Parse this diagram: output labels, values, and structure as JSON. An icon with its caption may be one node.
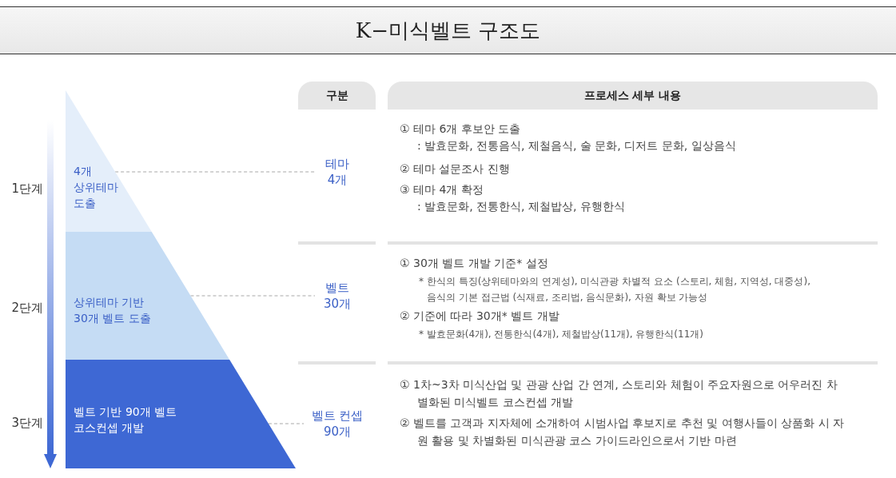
{
  "diagram": {
    "title": "K−미식벨트 구조도",
    "nodes": [
      {
        "text": [
          "4개 상위테마 도출"
        ]
      },
      {
        "text": [
          "테마 4개"
        ]
      },
      {
        "text": [
          "상위테마 기반 30개 벨트 도출"
        ]
      },
      {
        "text": [
          "벨트 30개"
        ]
      },
      {
        "text": [
          "벨트 기반 90개 벨트 코스컨셉 개발"
        ]
      },
      {
        "text": [
          "벨트 컨셉 90개"
        ]
      }
    ],
    "edges": [
      {
        "from": 0,
        "to": 1,
        "arrow": "none",
        "style": "dashed"
      },
      {
        "from": 2,
        "to": 3,
        "arrow": "none",
        "style": "dashed"
      },
      {
        "from": 4,
        "to": 5,
        "arrow": "none",
        "style": "dashed"
      }
    ],
    "labels": [
      "구분",
      "프로세스 세부 내용",
      "1단계",
      "① 테마 6개 후보안 도출",
      ": 발효문화, 전통음식, 제철음식, 술 문화, 디저트 문화, 일상음식",
      "② 테마 설문조사 진행",
      "③ 테마 4개 확정",
      ": 발효문화, 전통한식, 제철밥상, 유행한식",
      "2단계",
      "① 30개 벨트 개발 기준* 설정",
      "* 한식의 특징(상위테마와의 연계성), 미식관광 차별적 요소 (스토리, 체험, 지역성, 대중성), 음식의 기본 접근법 (식재료, 조리법, 음식문화), 자원 확보 가능성",
      "② 기준에 따라 30개* 벨트 개발",
      "* 발효문화(4개), 전통한식(4개), 제철밥상(11개), 유행한식(11개)",
      "3단계",
      "① 1차~3차 미식산업 및 관광 산업 간 연계, 스토리와 체험이 주요자원으로 어우러진 차별화된 미식벨트 코스컨셉 개발",
      "② 벨트를 고객과 지자체에 소개하여 시범사업 후보지로 추천 및 여행사들이 상품화 시 자원 활용 및 차별화된 미식관광 코스 가이드라인으로서 기반 마련"
    ]
  }
}
